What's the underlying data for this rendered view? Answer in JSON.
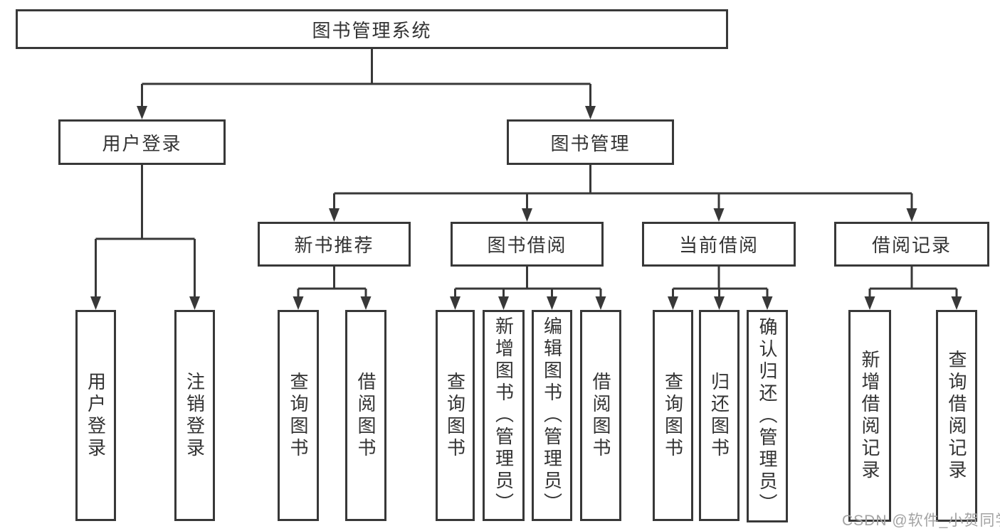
{
  "diagram": {
    "type": "hierarchy-tree",
    "title": "图书管理系统",
    "colors": {
      "line": "#383838",
      "text": "#333333",
      "background": "#ffffff",
      "watermark": "#a3a3a3"
    },
    "nodes": {
      "root": "图书管理系统",
      "user_login": "用户登录",
      "book_mgmt": "图书管理",
      "new_book_rec": "新书推荐",
      "book_borrow": "图书借阅",
      "current_borrow": "当前借阅",
      "borrow_records": "借阅记录",
      "leaf_login": "用户登录",
      "leaf_logout": "注销登录",
      "leaf_nbr_query": "查询图书",
      "leaf_nbr_borrow": "借阅图书",
      "leaf_bb_query": "查询图书",
      "leaf_bb_add": "新增图书（管理员）",
      "leaf_bb_edit": "编辑图书（管理员）",
      "leaf_bb_borrow": "借阅图书",
      "leaf_cb_query": "查询图书",
      "leaf_cb_return": "归还图书",
      "leaf_cb_confirm": "确认归还（管理员）",
      "leaf_br_add": "新增借阅记录",
      "leaf_br_query": "查询借阅记录"
    },
    "hierarchy": {
      "图书管理系统": {
        "用户登录": [
          "用户登录",
          "注销登录"
        ],
        "图书管理": {
          "新书推荐": [
            "查询图书",
            "借阅图书"
          ],
          "图书借阅": [
            "查询图书",
            "新增图书（管理员）",
            "编辑图书（管理员）",
            "借阅图书"
          ],
          "当前借阅": [
            "查询图书",
            "归还图书",
            "确认归还（管理员）"
          ],
          "借阅记录": [
            "新增借阅记录",
            "查询借阅记录"
          ]
        }
      }
    },
    "watermark": "CSDN @软件_小贺同学"
  }
}
